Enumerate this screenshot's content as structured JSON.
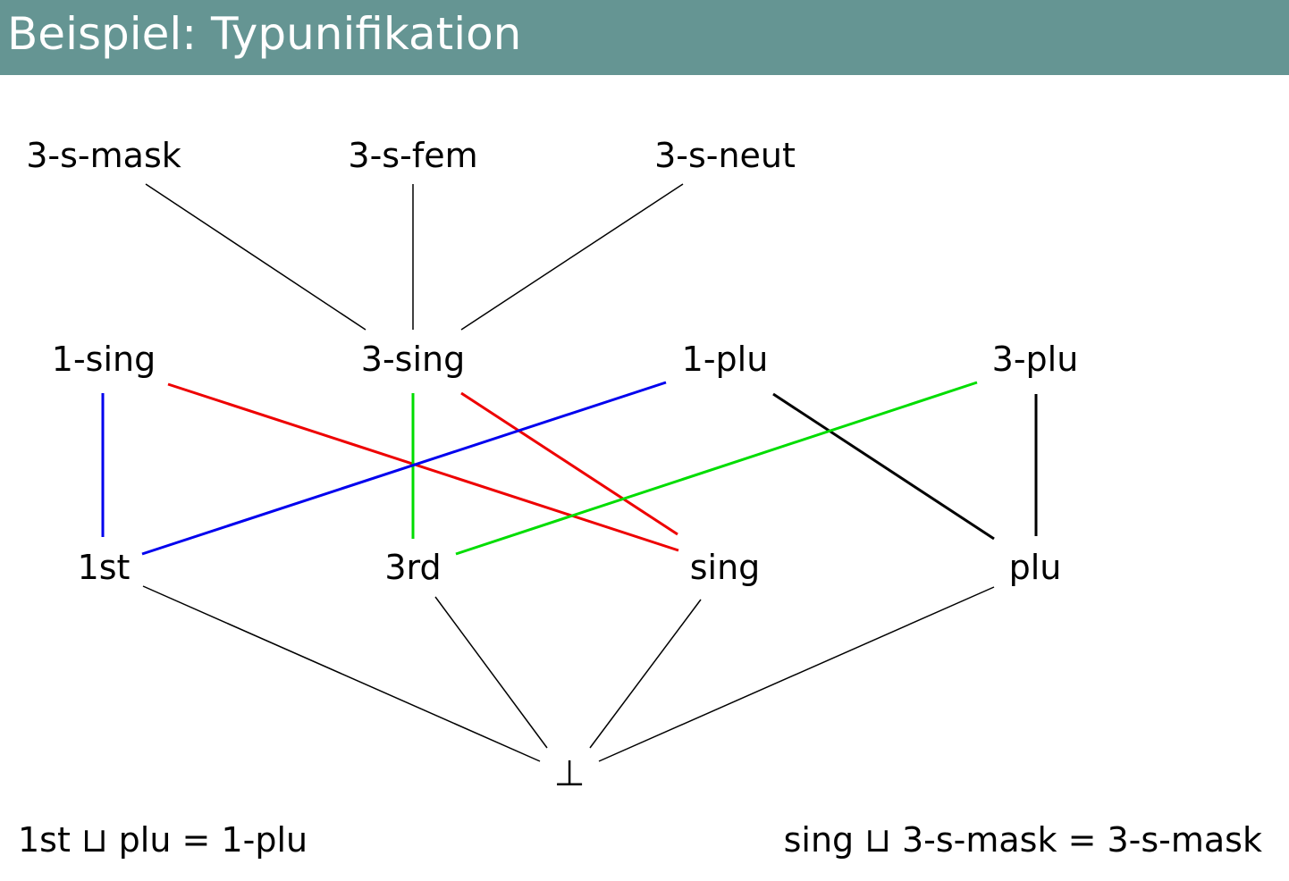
{
  "title": "Beispiel: Typunifikation",
  "colors": {
    "header_bg": "#659593",
    "black": "#000000",
    "red": "#ee0000",
    "blue": "#0000ee",
    "green": "#00dd00"
  },
  "nodes": {
    "s3_mask": "3-s-mask",
    "s3_fem": "3-s-fem",
    "s3_neut": "3-s-neut",
    "sing1": "1-sing",
    "sing3": "3-sing",
    "plu1": "1-plu",
    "plu3": "3-plu",
    "first": "1st",
    "third": "3rd",
    "sing": "sing",
    "plu": "plu",
    "bottom": "⊥"
  },
  "edges": [
    {
      "from": "s3_mask",
      "to": "sing3",
      "color": "black"
    },
    {
      "from": "s3_fem",
      "to": "sing3",
      "color": "black"
    },
    {
      "from": "s3_neut",
      "to": "sing3",
      "color": "black"
    },
    {
      "from": "sing1",
      "to": "first",
      "color": "blue"
    },
    {
      "from": "sing1",
      "to": "sing",
      "color": "red"
    },
    {
      "from": "sing3",
      "to": "third",
      "color": "green"
    },
    {
      "from": "sing3",
      "to": "sing",
      "color": "red"
    },
    {
      "from": "plu1",
      "to": "first",
      "color": "blue"
    },
    {
      "from": "plu1",
      "to": "plu",
      "color": "black"
    },
    {
      "from": "plu3",
      "to": "third",
      "color": "green"
    },
    {
      "from": "plu3",
      "to": "plu",
      "color": "black"
    },
    {
      "from": "first",
      "to": "bottom",
      "color": "black"
    },
    {
      "from": "third",
      "to": "bottom",
      "color": "black"
    },
    {
      "from": "sing",
      "to": "bottom",
      "color": "black"
    },
    {
      "from": "plu",
      "to": "bottom",
      "color": "black"
    }
  ],
  "formulas": {
    "left": "1st ⊔ plu = 1-plu",
    "right": "sing ⊔ 3-s-mask = 3-s-mask"
  }
}
